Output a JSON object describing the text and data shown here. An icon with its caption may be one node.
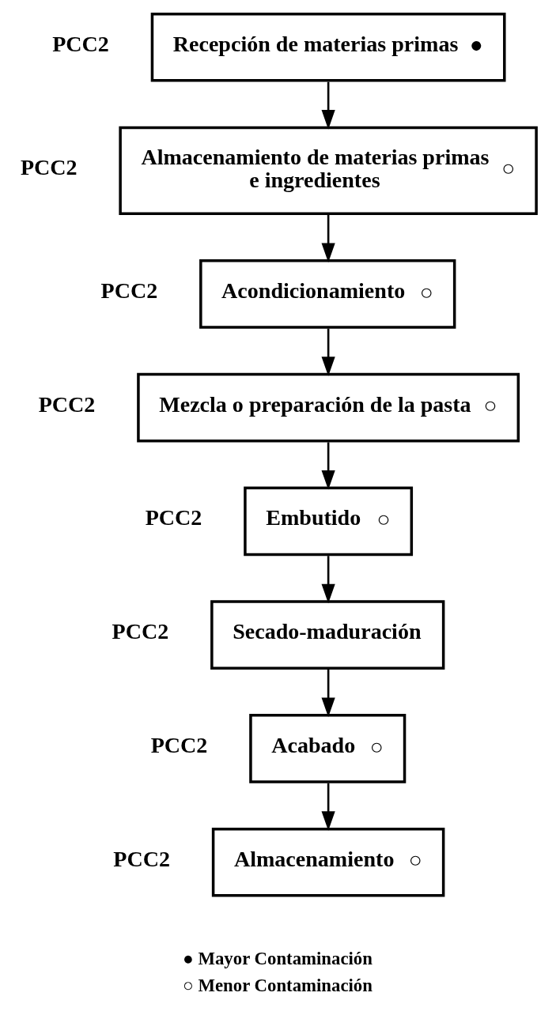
{
  "diagram": {
    "nodes": [
      {
        "text": [
          "Recepción de materias primas",
          "●"
        ],
        "beside": [
          "PCC2"
        ]
      },
      {
        "text": [
          "Almacenamiento de materias primas e ingredientes",
          "○"
        ],
        "beside": [
          "PCC2"
        ]
      },
      {
        "text": [
          "Acondicionamiento",
          "○"
        ],
        "beside": [
          "PCC2"
        ]
      },
      {
        "text": [
          "Mezcla o preparación de la pasta",
          "○"
        ],
        "beside": [
          "PCC2"
        ]
      },
      {
        "text": [
          "Embutido",
          "○"
        ],
        "beside": [
          "PCC2"
        ]
      },
      {
        "text": [
          "Secado-maduración"
        ],
        "beside": [
          "PCC2"
        ]
      },
      {
        "text": [
          "Acabado",
          "○"
        ],
        "beside": [
          "PCC2"
        ]
      },
      {
        "text": [
          "Almacenamiento",
          "○"
        ],
        "beside": [
          "PCC2"
        ]
      }
    ],
    "edges": [
      {
        "from": 0,
        "to": 1,
        "arrow": "to"
      },
      {
        "from": 1,
        "to": 2,
        "arrow": "to"
      },
      {
        "from": 2,
        "to": 3,
        "arrow": "to"
      },
      {
        "from": 3,
        "to": 4,
        "arrow": "to"
      },
      {
        "from": 4,
        "to": 5,
        "arrow": "to"
      },
      {
        "from": 5,
        "to": 6,
        "arrow": "to"
      },
      {
        "from": 6,
        "to": 7,
        "arrow": "to"
      }
    ],
    "legend": [
      {
        "text": "● Mayor Contaminación"
      },
      {
        "text": "○ Menor Contaminación"
      }
    ]
  }
}
